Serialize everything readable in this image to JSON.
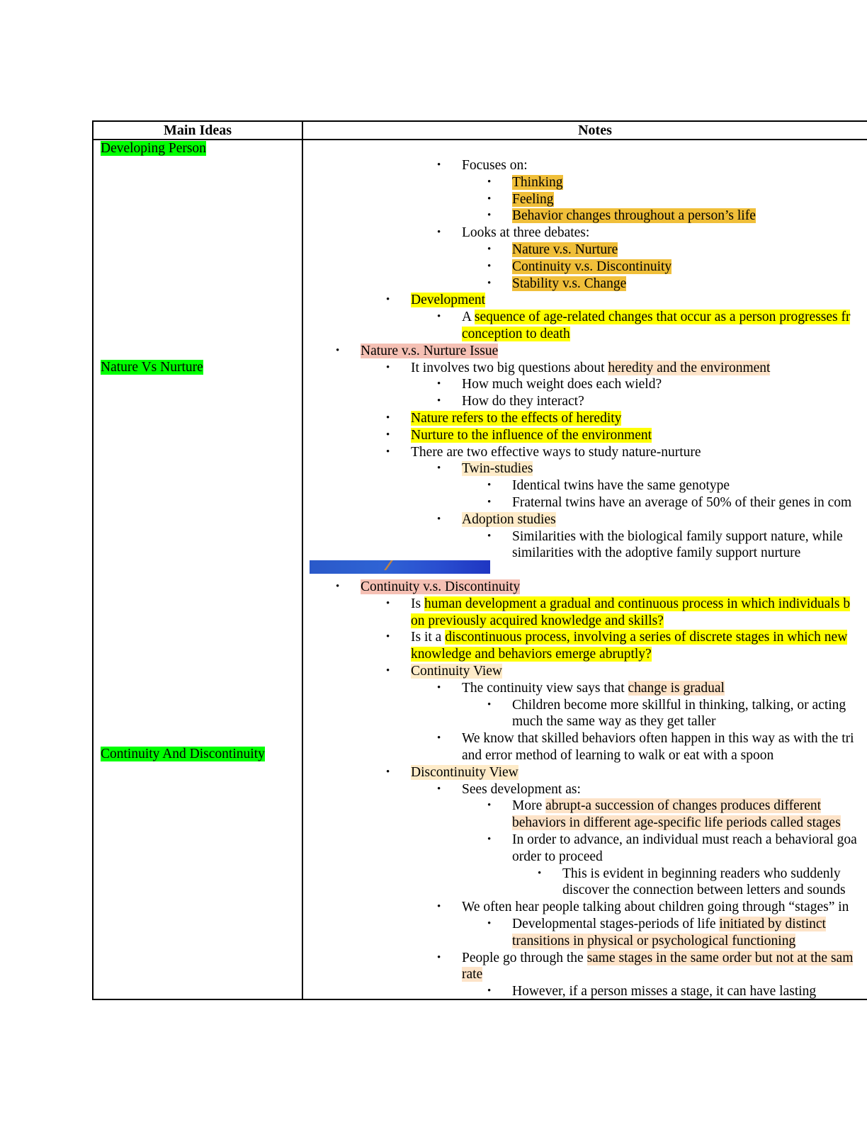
{
  "table": {
    "header_main": "Main Ideas",
    "header_notes": "Notes"
  },
  "main_ideas": [
    "Developing Person",
    "Nature Vs Nurture",
    "Continuity And Discontinuity"
  ],
  "colors": {
    "main_idea_highlight": "#00ff00",
    "yellow_highlight": "#ffff00",
    "orange_highlight": "#f0bf3a",
    "pink_highlight": "#f5c0b4",
    "peach_highlight": "#fde3c8",
    "cream_highlight": "#feebc8",
    "banner_blue": "#2a59c9"
  },
  "notes": [
    {
      "bullet": true,
      "level": 3,
      "parts": [
        {
          "t": "Focuses on:"
        }
      ]
    },
    {
      "bullet": true,
      "level": 4,
      "parts": [
        {
          "t": "Thinking",
          "h": "o"
        }
      ]
    },
    {
      "bullet": true,
      "level": 4,
      "parts": [
        {
          "t": "Feeling",
          "h": "o"
        }
      ]
    },
    {
      "bullet": true,
      "level": 4,
      "parts": [
        {
          "t": "Behavior changes throughout a person’s life",
          "h": "o"
        }
      ]
    },
    {
      "bullet": true,
      "level": 3,
      "parts": [
        {
          "t": "Looks at three debates:"
        }
      ]
    },
    {
      "bullet": true,
      "level": 4,
      "parts": [
        {
          "t": "Nature v.s. Nurture",
          "h": "o"
        }
      ]
    },
    {
      "bullet": true,
      "level": 4,
      "parts": [
        {
          "t": "Continuity v.s. Discontinuity",
          "h": "o"
        }
      ]
    },
    {
      "bullet": true,
      "level": 4,
      "parts": [
        {
          "t": "Stability v.s. Change",
          "h": "o"
        }
      ]
    },
    {
      "bullet": true,
      "level": 2,
      "parts": [
        {
          "t": "Development",
          "h": "y"
        }
      ]
    },
    {
      "bullet": true,
      "level": 3,
      "parts": [
        {
          "t": "A "
        },
        {
          "t": "sequence of age-related changes that occur as a person progresses fr",
          "h": "y"
        }
      ]
    },
    {
      "bullet": false,
      "level": 3,
      "parts": [
        {
          "t": "conception to death",
          "h": "y"
        }
      ]
    },
    {
      "bullet": true,
      "level": 1,
      "parts": [
        {
          "t": "Nature v.s. Nurture Issue",
          "h": "p"
        }
      ]
    },
    {
      "bullet": true,
      "level": 2,
      "parts": [
        {
          "t": "It involves two big questions about "
        },
        {
          "t": "heredity and the environment",
          "h": "pe"
        }
      ]
    },
    {
      "bullet": true,
      "level": 3,
      "parts": [
        {
          "t": "How much weight does each wield?"
        }
      ]
    },
    {
      "bullet": true,
      "level": 3,
      "parts": [
        {
          "t": "How do they interact?"
        }
      ]
    },
    {
      "bullet": true,
      "level": 2,
      "parts": [
        {
          "t": "Nature refers to the effects of heredity",
          "h": "y"
        }
      ]
    },
    {
      "bullet": true,
      "level": 2,
      "parts": [
        {
          "t": "Nurture to the influence of the environment",
          "h": "y"
        }
      ]
    },
    {
      "bullet": true,
      "level": 2,
      "parts": [
        {
          "t": "There are two effective ways to study nature-nurture"
        }
      ]
    },
    {
      "bullet": true,
      "level": 3,
      "parts": [
        {
          "t": "Twin-studies",
          "h": "c"
        }
      ]
    },
    {
      "bullet": true,
      "level": 4,
      "parts": [
        {
          "t": "Identical twins have the same genotype"
        }
      ]
    },
    {
      "bullet": true,
      "level": 4,
      "parts": [
        {
          "t": "Fraternal twins have an average of 50% of their genes in com"
        }
      ]
    },
    {
      "bullet": true,
      "level": 3,
      "parts": [
        {
          "t": "Adoption studies",
          "h": "c"
        }
      ]
    },
    {
      "bullet": true,
      "level": 4,
      "parts": [
        {
          "t": "Similarities with the biological family support nature, while"
        }
      ]
    },
    {
      "bullet": false,
      "level": 4,
      "parts": [
        {
          "t": "similarities with the adoptive family support nurture"
        }
      ]
    },
    {
      "bullet": true,
      "level": 1,
      "gap": true,
      "parts": [
        {
          "t": "Continuity v.s. Discontinuity",
          "h": "p"
        }
      ]
    },
    {
      "bullet": true,
      "level": 2,
      "parts": [
        {
          "t": "Is "
        },
        {
          "t": "human development a gradual and continuous process in which individuals b",
          "h": "y"
        }
      ]
    },
    {
      "bullet": false,
      "level": 2,
      "parts": [
        {
          "t": "on previously acquired knowledge and skills?",
          "h": "y"
        }
      ]
    },
    {
      "bullet": true,
      "level": 2,
      "parts": [
        {
          "t": "Is it a "
        },
        {
          "t": "discontinuous process, involving a series of discrete stages in which new",
          "h": "y"
        }
      ]
    },
    {
      "bullet": false,
      "level": 2,
      "parts": [
        {
          "t": "knowledge and behaviors emerge abruptly?",
          "h": "y"
        }
      ]
    },
    {
      "bullet": true,
      "level": 2,
      "parts": [
        {
          "t": "Continuity View",
          "h": "c"
        }
      ]
    },
    {
      "bullet": true,
      "level": 3,
      "parts": [
        {
          "t": "The continuity view says that "
        },
        {
          "t": "change is gradual",
          "h": "pe"
        }
      ]
    },
    {
      "bullet": true,
      "level": 4,
      "parts": [
        {
          "t": "Children become more skillful in thinking, talking, or acting"
        }
      ]
    },
    {
      "bullet": false,
      "level": 4,
      "parts": [
        {
          "t": "much the same way as they get taller"
        }
      ]
    },
    {
      "bullet": true,
      "level": 3,
      "parts": [
        {
          "t": "We know that skilled behaviors often happen in this way as with the tri"
        }
      ]
    },
    {
      "bullet": false,
      "level": 3,
      "parts": [
        {
          "t": "and error method of learning to walk or eat with a spoon"
        }
      ]
    },
    {
      "bullet": true,
      "level": 2,
      "parts": [
        {
          "t": "Discontinuity View",
          "h": "c"
        }
      ]
    },
    {
      "bullet": true,
      "level": 3,
      "parts": [
        {
          "t": "Sees development as:"
        }
      ]
    },
    {
      "bullet": true,
      "level": 4,
      "parts": [
        {
          "t": "More "
        },
        {
          "t": "abrupt-a succession of changes produces different",
          "h": "pe"
        }
      ]
    },
    {
      "bullet": false,
      "level": 4,
      "parts": [
        {
          "t": "behaviors in different age-specific life periods called stages",
          "h": "pe"
        }
      ]
    },
    {
      "bullet": true,
      "level": 4,
      "parts": [
        {
          "t": "In order to advance, an individual must reach a behavioral goa"
        }
      ]
    },
    {
      "bullet": false,
      "level": 4,
      "parts": [
        {
          "t": "order to proceed"
        }
      ]
    },
    {
      "bullet": true,
      "level": 5,
      "parts": [
        {
          "t": "This is evident in beginning readers who suddenly"
        }
      ]
    },
    {
      "bullet": false,
      "level": 5,
      "parts": [
        {
          "t": "discover the connection between letters and sounds"
        }
      ]
    },
    {
      "bullet": true,
      "level": 3,
      "parts": [
        {
          "t": "We often hear people talking about children going through “stages” in"
        }
      ]
    },
    {
      "bullet": true,
      "level": 4,
      "parts": [
        {
          "t": "Developmental stages-periods of life "
        },
        {
          "t": "initiated by distinct",
          "h": "pe"
        }
      ]
    },
    {
      "bullet": false,
      "level": 4,
      "parts": [
        {
          "t": "transitions in physical or psychological functioning",
          "h": "pe"
        }
      ]
    },
    {
      "bullet": true,
      "level": 3,
      "parts": [
        {
          "t": "People go through the "
        },
        {
          "t": "same stages in the same order but not at the sam",
          "h": "pe"
        }
      ]
    },
    {
      "bullet": false,
      "level": 3,
      "parts": [
        {
          "t": "rate",
          "h": "pe"
        }
      ]
    },
    {
      "bullet": true,
      "level": 4,
      "parts": [
        {
          "t": "However, if a person misses a stage, it can have lasting"
        }
      ]
    }
  ],
  "bullet_glyph": "•"
}
